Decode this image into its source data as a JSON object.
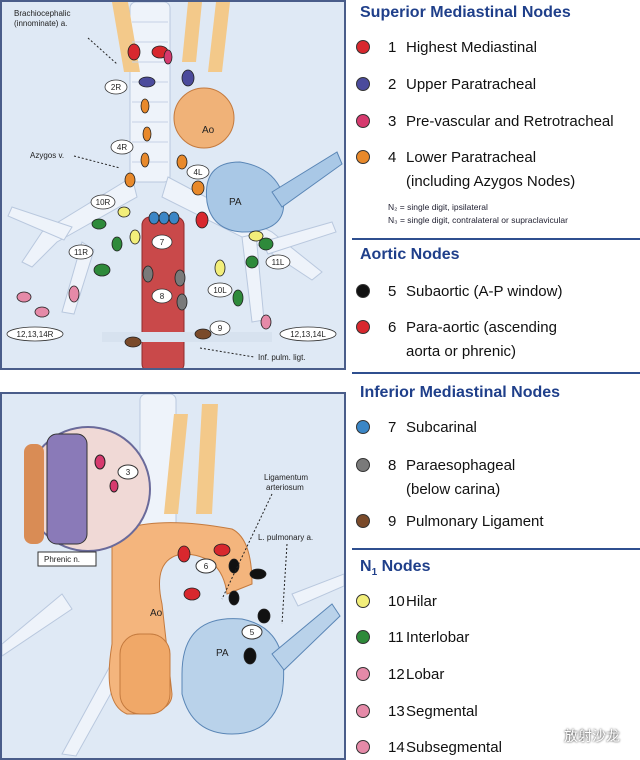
{
  "top_diagram": {
    "label_brachiocephalic_1": "Brachiocephalic",
    "label_brachiocephalic_2": "(innominate) a.",
    "label_azygos": "Azygos v.",
    "label_ao": "Ao",
    "label_pa": "PA",
    "label_inf_pulm": "Inf. pulm. ligt.",
    "ovals": {
      "n2r": "2R",
      "n4r": "4R",
      "n4l": "4L",
      "n10r": "10R",
      "n11r": "11R",
      "n7": "7",
      "n8": "8",
      "n9": "9",
      "n10l": "10L",
      "n11l": "11L",
      "n12r": "12,13,14R",
      "n12l": "12,13,14L"
    }
  },
  "bottom_diagram": {
    "label_ligamentum_1": "Ligamentum",
    "label_ligamentum_2": "arteriosum",
    "label_lpa": "L. pulmonary a.",
    "label_phrenic": "Phrenic n.",
    "label_ao": "Ao",
    "label_pa": "PA",
    "oval_3": "3",
    "oval_6": "6",
    "oval_5": "5"
  },
  "legend": {
    "superior": {
      "title": "Superior Mediastinal Nodes",
      "items": [
        {
          "num": "1",
          "label": "Highest Mediastinal",
          "color": "#d8282e"
        },
        {
          "num": "2",
          "label": "Upper Paratracheal",
          "color": "#4b4b9c"
        },
        {
          "num": "3",
          "label": "Pre-vascular and Retrotracheal",
          "color": "#d63a6e"
        },
        {
          "num": "4",
          "label": "Lower Paratracheal",
          "label2": "(including Azygos Nodes)",
          "color": "#e8892b"
        }
      ],
      "note1": "N₂ = single digit, ipsilateral",
      "note2": "N₃ = single digit, contralateral or supraclavicular"
    },
    "aortic": {
      "title": "Aortic Nodes",
      "items": [
        {
          "num": "5",
          "label": "Subaortic (A-P window)",
          "color": "#111111"
        },
        {
          "num": "6",
          "label": "Para-aortic (ascending",
          "label2": "aorta or phrenic)",
          "color": "#d8282e"
        }
      ]
    },
    "inferior": {
      "title": "Inferior Mediastinal Nodes",
      "items": [
        {
          "num": "7",
          "label": "Subcarinal",
          "color": "#3b86c6"
        },
        {
          "num": "8",
          "label": "Paraesophageal",
          "label2": "(below carina)",
          "color": "#7a7a7a"
        },
        {
          "num": "9",
          "label": "Pulmonary Ligament",
          "color": "#7a4a2a"
        }
      ]
    },
    "n1": {
      "title": "N",
      "title_sub": "1",
      "title_rest": " Nodes",
      "items": [
        {
          "num": "10",
          "label": "Hilar",
          "color": "#f2ee7a"
        },
        {
          "num": "11",
          "label": "Interlobar",
          "color": "#2e8a3a"
        },
        {
          "num": "12",
          "label": "Lobar",
          "color": "#e58aa8"
        },
        {
          "num": "13",
          "label": "Segmental",
          "color": "#e58aa8"
        },
        {
          "num": "14",
          "label": "Subsegmental",
          "color": "#e58aa8"
        }
      ]
    }
  },
  "watermark": "放射沙龙"
}
